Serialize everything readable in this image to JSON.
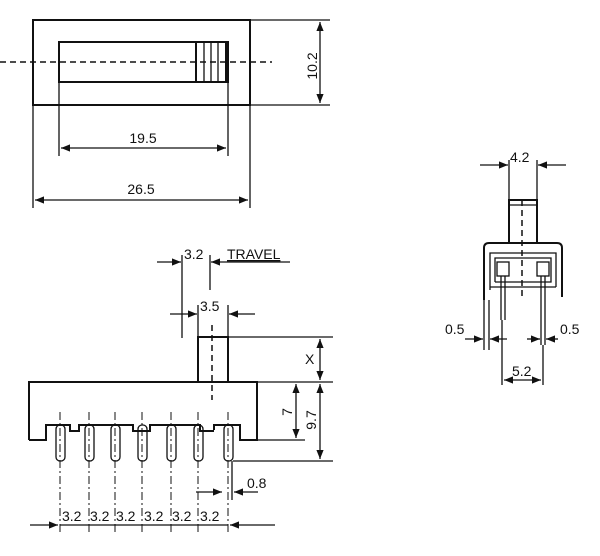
{
  "top_view": {
    "length_inner": "19.5",
    "length_outer": "26.5",
    "height": "10.2"
  },
  "front_view": {
    "travel_value": "3.2",
    "travel_label": "TRAVEL",
    "actuator_width": "3.5",
    "actuator_height": "X",
    "body_height": "7",
    "total_height": "9.7",
    "pin_width": "0.8",
    "pin_pitches": [
      "3.2",
      "3.2",
      "3.2",
      "3.2",
      "3.2",
      "3.2"
    ]
  },
  "side_view": {
    "actuator_width": "4.2",
    "left_pin_width": "0.5",
    "right_pin_width": "0.5",
    "pin_spacing": "5.2"
  }
}
